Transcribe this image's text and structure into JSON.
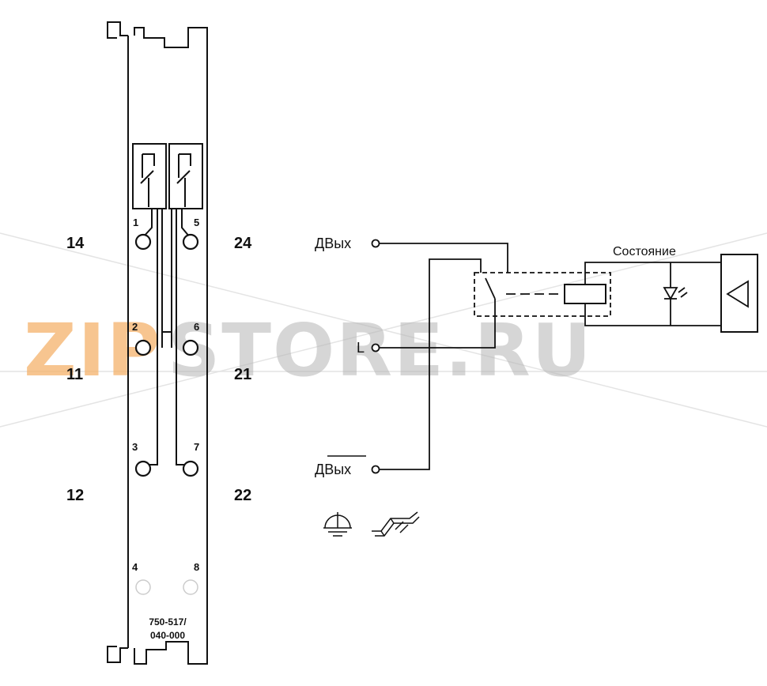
{
  "terminal_labels": {
    "left_top": "14",
    "left_mid": "11",
    "left_bottom": "12",
    "right_top": "24",
    "right_mid": "21",
    "right_bottom": "22"
  },
  "pins": [
    "1",
    "5",
    "2",
    "6",
    "3",
    "7",
    "4",
    "8"
  ],
  "part_number": {
    "line1": "750-517/",
    "line2": "040-000"
  },
  "schematic": {
    "output_label": "ДВых",
    "common_label": "L",
    "inverted_output_label": "ДВых",
    "status_label": "Состояние"
  },
  "icons": [
    "ground-icon",
    "din-rail-icon"
  ],
  "watermark": {
    "prefix": "ZIP",
    "suffix": "STORE.RU"
  },
  "colors": {
    "line": "#111111",
    "watermark_orange": "#f5b26b",
    "watermark_gray": "#b5b5b5"
  }
}
